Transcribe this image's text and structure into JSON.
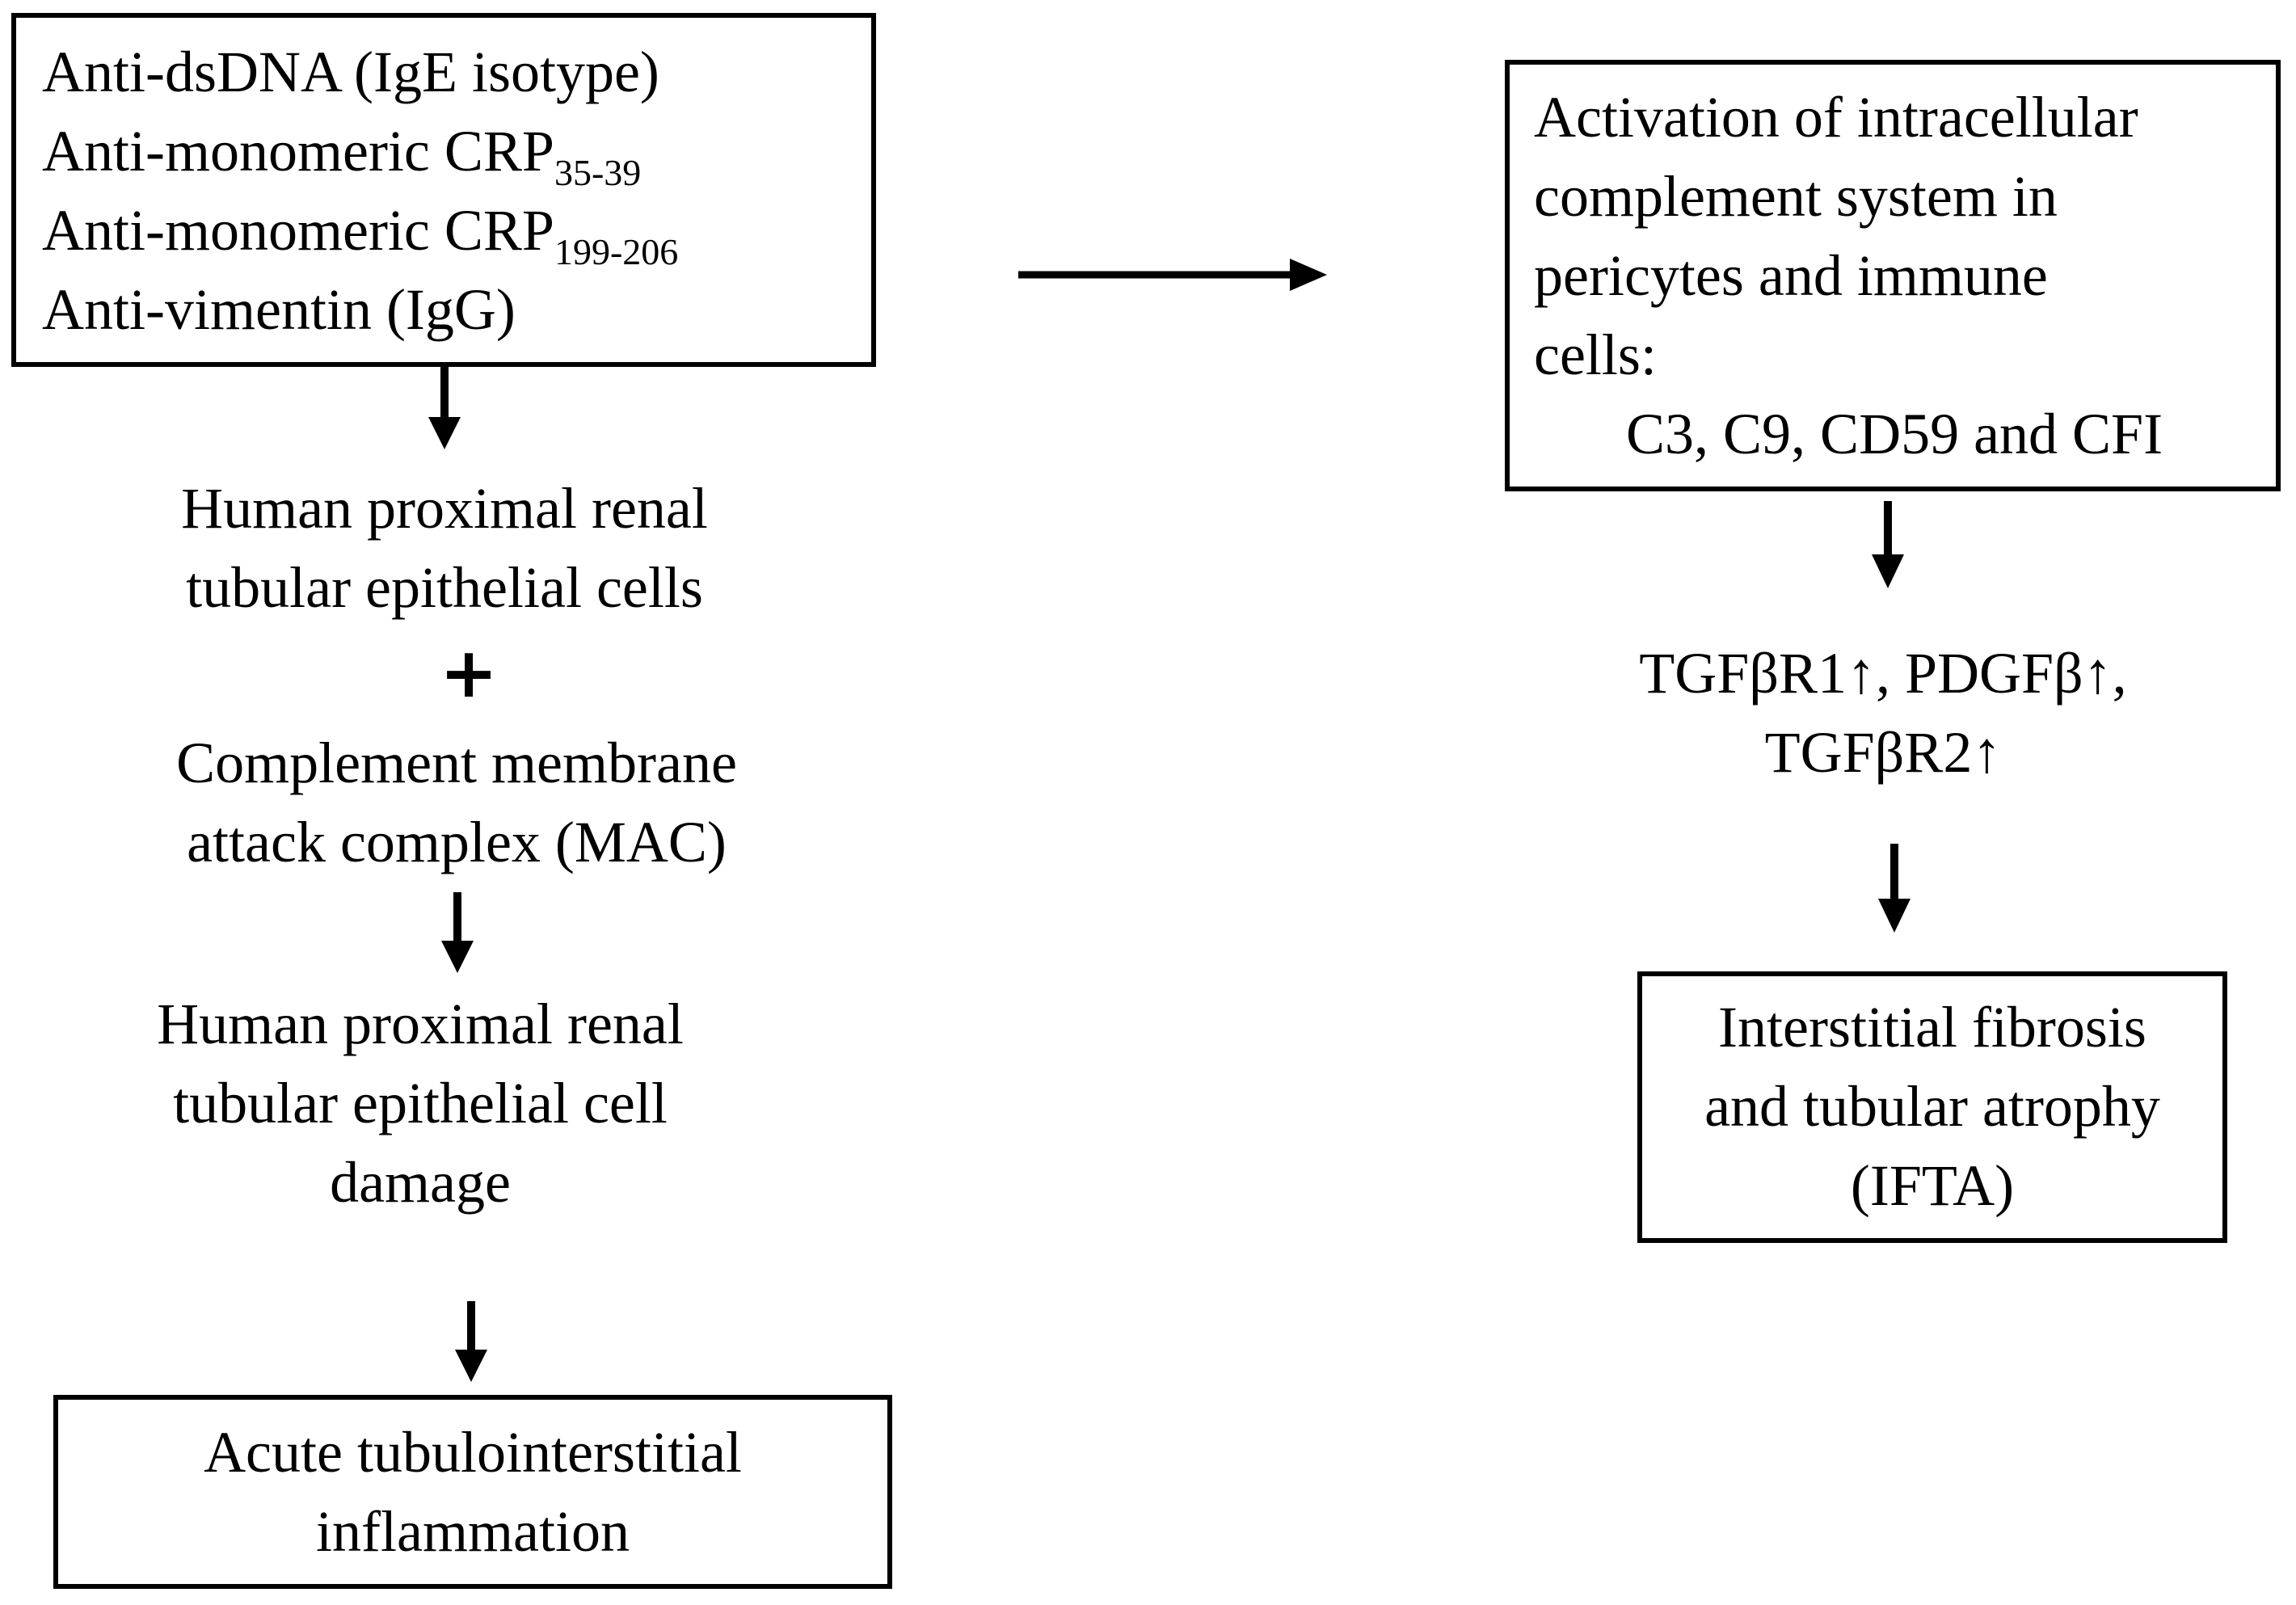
{
  "diagram": {
    "antibodies_box": {
      "line1": "Anti-dsDNA (IgE isotype)",
      "line2_main": "Anti-monomeric CRP",
      "line2_sub": "35-39",
      "line3_main": "Anti-monomeric CRP",
      "line3_sub": "199-206",
      "line4": "Anti-vimentin (IgG)"
    },
    "cells_text": {
      "line1": "Human proximal renal",
      "line2": "tubular  epithelial cells"
    },
    "plus_sign": "+",
    "mac_text": {
      "line1": "Complement membrane",
      "line2": "attack complex (MAC)"
    },
    "damage_text": {
      "line1": "Human proximal renal",
      "line2": "tubular  epithelial cell",
      "line3": "damage"
    },
    "inflammation_box": {
      "line1": "Acute tubulointerstitial",
      "line2": "inflammation"
    },
    "complement_box": {
      "line1": "Activation of intracellular",
      "line2": "complement system in",
      "line3": "pericytes and immune",
      "line4": "cells:",
      "line5": "C3, C9, CD59 and CFI"
    },
    "growth_factors_text": {
      "line1": "TGFβR1↑, PDGFβ↑,",
      "line2": "TGFβR2↑"
    },
    "ifta_box": {
      "line1": "Interstitial fibrosis",
      "line2": "and tubular atrophy",
      "line3": "(IFTA)"
    }
  }
}
